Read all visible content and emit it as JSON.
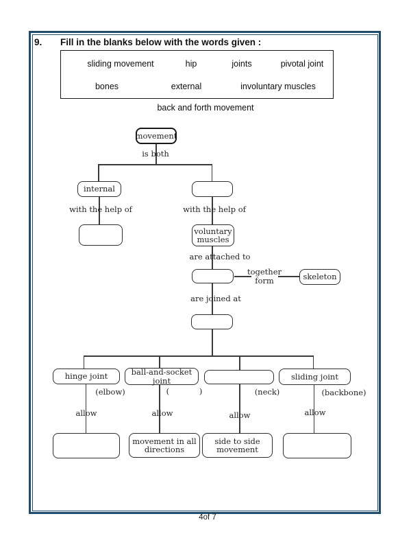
{
  "header": {
    "question_number": "9.",
    "title": "Fill in the blanks below with the words given :"
  },
  "word_bank": {
    "row1": [
      "sliding movement",
      "hip",
      "joints",
      "pivotal joint"
    ],
    "row2": [
      "bones",
      "external",
      "involuntary muscles"
    ],
    "extra_word": "back and forth movement"
  },
  "diagram": {
    "nodes": {
      "movement": "movement",
      "internal": "internal",
      "voluntary_muscles": "voluntary muscles",
      "skeleton": "skeleton",
      "hinge_joint": "hinge joint",
      "ball_and_socket_joint": "ball-and-socket joint",
      "sliding_joint": "sliding joint",
      "movement_in_all_directions": "movement in all directions",
      "side_to_side_movement": "side to side movement"
    },
    "labels": {
      "is_both": "is both",
      "with_the_help_of": "with the help of",
      "are_attached_to": "are attached to",
      "together_form": "together form",
      "are_joined_at": "are joined at",
      "allow": "allow",
      "elbow": "(elbow)",
      "empty_parens": "(            )",
      "neck": "(neck)",
      "backbone": "(backbone)"
    }
  },
  "footer": {
    "page_label": "4of 7"
  },
  "colors": {
    "frame_border": "#1f4b6d",
    "ink": "#2e2e2e"
  }
}
